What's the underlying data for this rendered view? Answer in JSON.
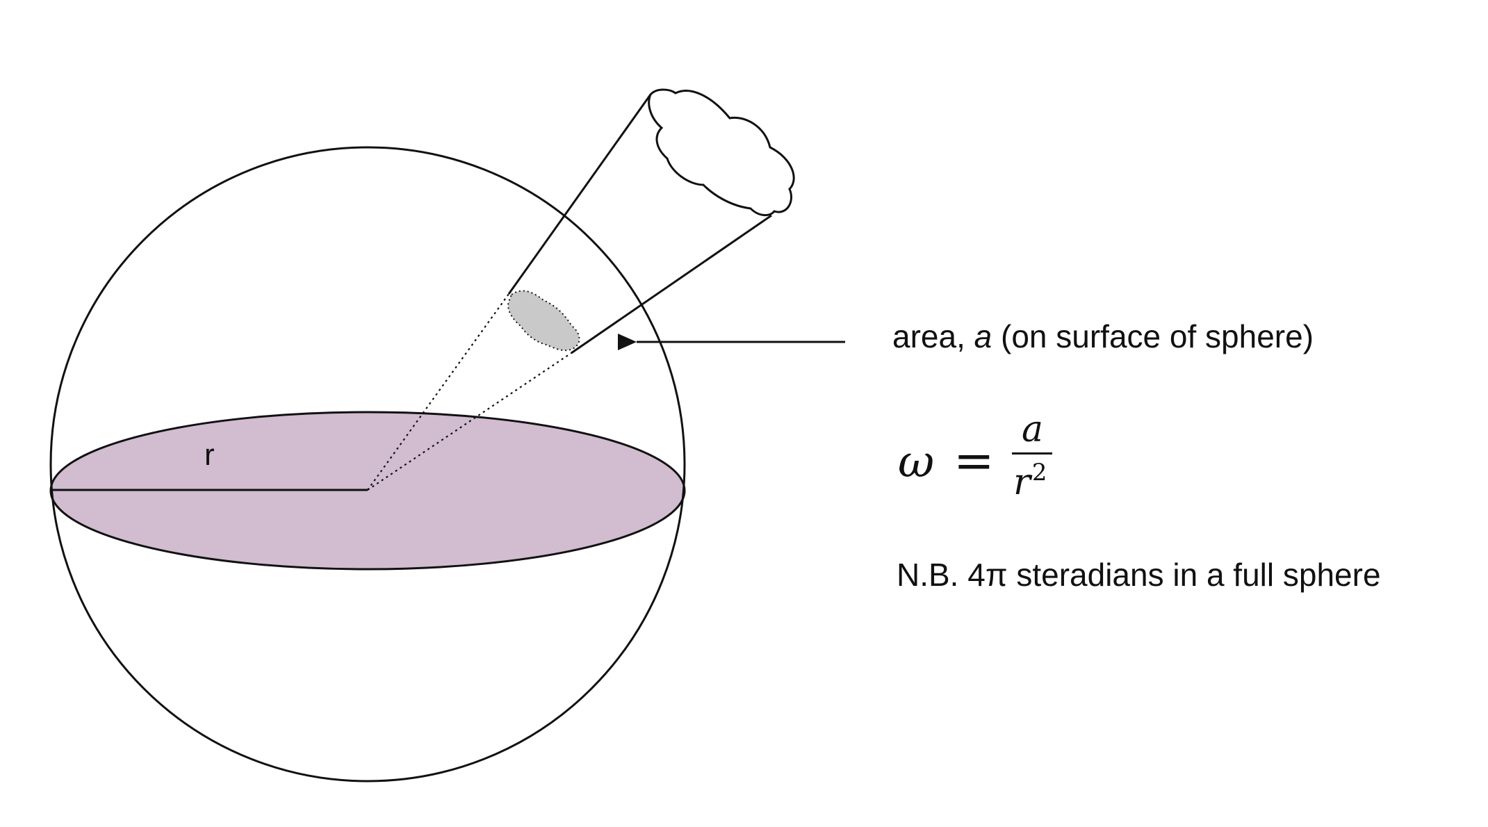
{
  "diagram": {
    "radius_label": "r",
    "area_label_prefix": "area, ",
    "area_label_symbol": "a",
    "area_label_suffix": " (on surface of sphere)",
    "formula": {
      "lhs": "ω",
      "equals": "=",
      "numerator": "a",
      "denominator_base": "r",
      "denominator_exponent": "2"
    },
    "note": "N.B. 4π steradians in a full sphere"
  },
  "colors": {
    "equator_fill": "#d1bcd0",
    "patch_fill": "#c9c9c9",
    "stroke": "#111111",
    "background": "#ffffff"
  },
  "icons": {
    "source_shape": "cloud-icon",
    "pointer": "arrow-left-icon"
  }
}
